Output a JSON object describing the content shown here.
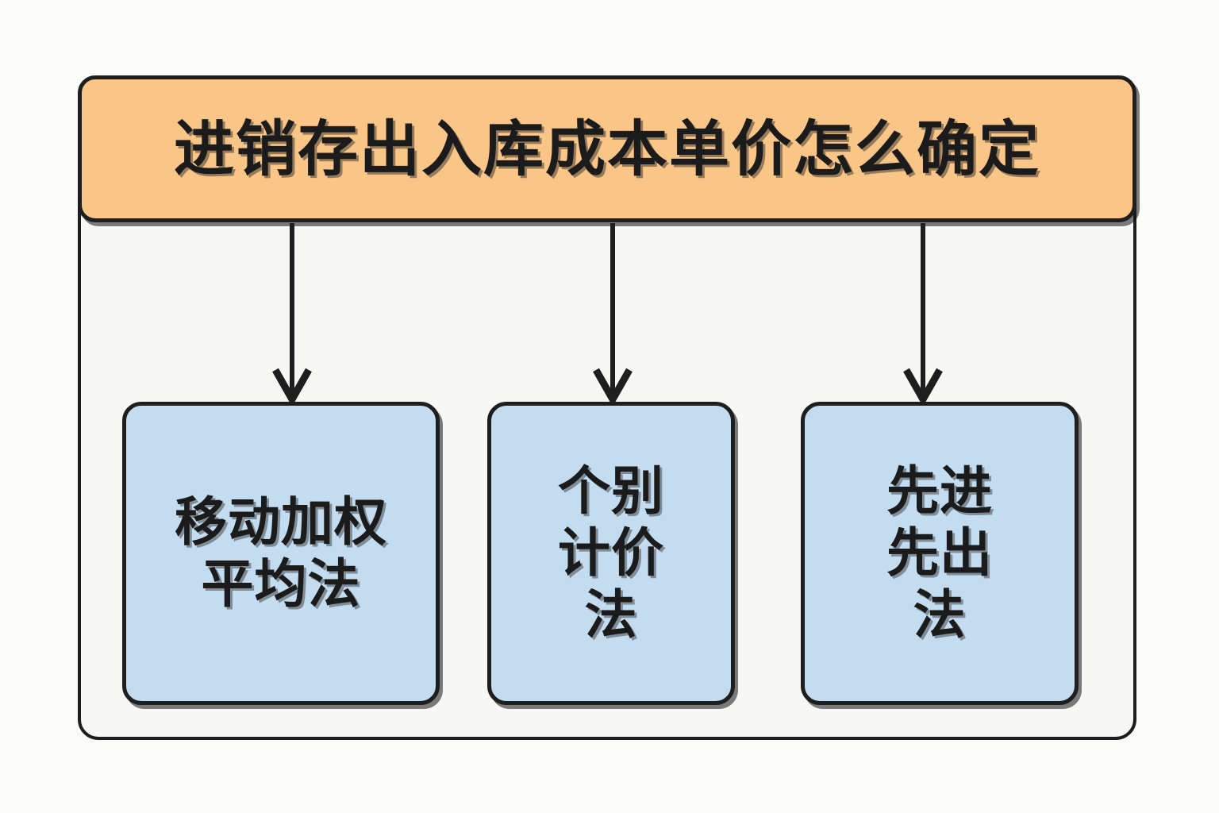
{
  "diagram": {
    "type": "tree",
    "background_color": "#fbfbf9",
    "container": {
      "name": "outer-frame",
      "border_color": "#1e1e1e"
    },
    "root": {
      "label": "进销存出入库成本单价怎么确定",
      "fill_color": "#fac687",
      "border_color": "#1e1e1e",
      "text_color": "#1b1b1b"
    },
    "children": [
      {
        "label": "移动加权平均法",
        "fill_color": "#c3dcef",
        "border_color": "#1e1e1e",
        "text_color": "#1b1b1b"
      },
      {
        "label": "个别计价法",
        "fill_color": "#c3dcef",
        "border_color": "#1e1e1e",
        "text_color": "#1b1b1b"
      },
      {
        "label": "先进先出法",
        "fill_color": "#c3dcef",
        "border_color": "#1e1e1e",
        "text_color": "#1b1b1b"
      }
    ],
    "connectors": [
      {
        "name": "arrow-root-to-child-1",
        "from": "root",
        "to": "移动加权平均法",
        "style": "vertical-arrow"
      },
      {
        "name": "arrow-root-to-child-2",
        "from": "root",
        "to": "个别计价法",
        "style": "vertical-arrow"
      },
      {
        "name": "arrow-root-to-child-3",
        "from": "root",
        "to": "先进先出法",
        "style": "vertical-arrow"
      }
    ]
  }
}
